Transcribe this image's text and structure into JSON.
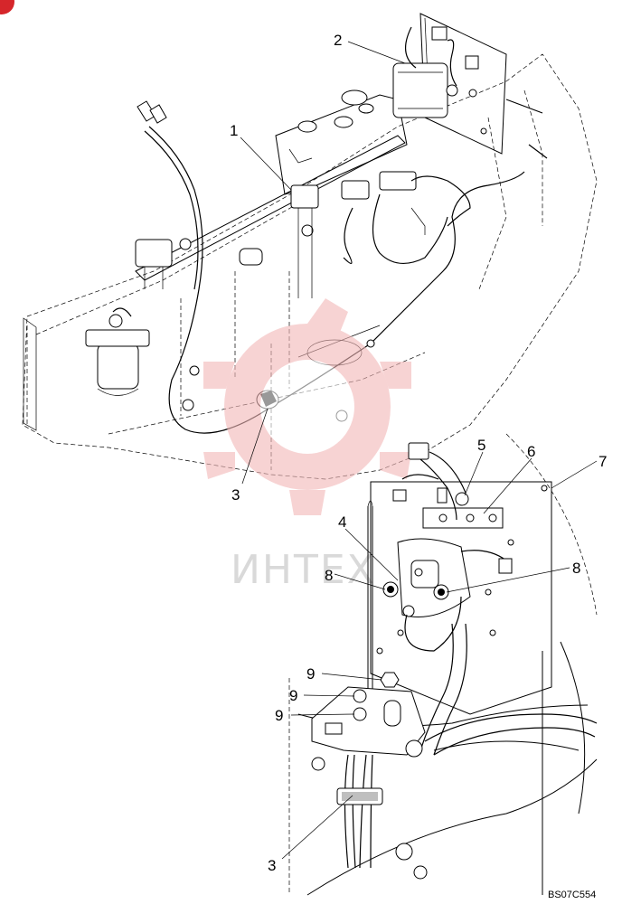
{
  "diagram": {
    "callouts": {
      "c1": "1",
      "c2": "2",
      "c3_top": "3",
      "c3_bottom": "3",
      "c4": "4",
      "c5": "5",
      "c6": "6",
      "c7": "7",
      "c8_left": "8",
      "c8_right": "8",
      "c9_a": "9",
      "c9_b": "9",
      "c9_c": "9"
    },
    "figure_code": "BS07C554"
  },
  "watermark": {
    "text": "ИНТЕХ",
    "color": "#f2b7b7"
  },
  "corner_badge_color": "#d6262b"
}
